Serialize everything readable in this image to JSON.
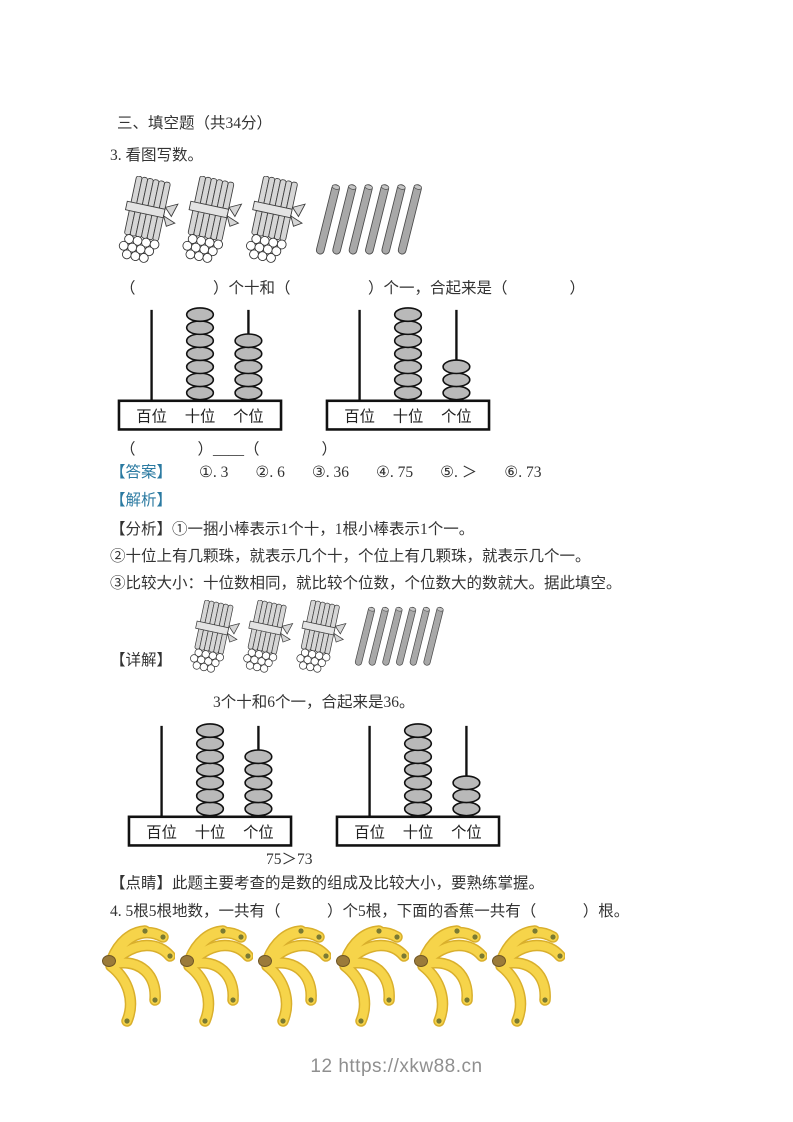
{
  "colors": {
    "marker_blue": "#2b7aa1",
    "body_text": "#333333",
    "footer_gray": "#8f8f8f",
    "bundle_stick_gray": "#d6d6d6",
    "single_stick_gray": "#a8a8a8",
    "bead_gray": "#b9b9b9",
    "banana_yellow": "#f6d44a"
  },
  "section": {
    "heading": "三、填空题（共34分）"
  },
  "question3": {
    "label": "3. 看图写数。",
    "sticks": {
      "bundles": 3,
      "singles": 6
    },
    "fill_line": "（　　　　　）个十和（　　　　　）个一，合起来是（　　　　）",
    "abacus_left": {
      "labels": [
        "百位",
        "十位",
        "个位"
      ],
      "beads": [
        0,
        7,
        5
      ]
    },
    "abacus_right": {
      "labels": [
        "百位",
        "十位",
        "个位"
      ],
      "beads": [
        0,
        7,
        3
      ]
    },
    "compare_line": "（　　　　）____（　　　　）"
  },
  "answer": {
    "marker": "【答案】",
    "items": [
      "①. 3",
      "②. 6",
      "③. 36",
      "④. 75",
      "⑤. ＞",
      "⑥. 73"
    ]
  },
  "analysis": {
    "marker": "【解析】",
    "lines": [
      "【分析】①一捆小棒表示1个十，1根小棒表示1个一。",
      "②十位上有几颗珠，就表示几个十，个位上有几颗珠，就表示几个一。",
      "③比较大小：十位数相同，就比较个位数，个位数大的数就大。据此填空。"
    ]
  },
  "detail": {
    "marker": "【详解】",
    "sticks": {
      "bundles": 3,
      "singles": 6
    },
    "caption": "3个十和6个一，合起来是36。",
    "abacus_left": {
      "labels": [
        "百位",
        "十位",
        "个位"
      ],
      "beads": [
        0,
        7,
        5
      ]
    },
    "abacus_right": {
      "labels": [
        "百位",
        "十位",
        "个位"
      ],
      "beads": [
        0,
        7,
        3
      ]
    },
    "comparison": "75＞73"
  },
  "remark": "【点睛】此题主要考查的是数的组成及比较大小，要熟练掌握。",
  "question4": {
    "label": "4. 5根5根地数，一共有（　　　）个5根，下面的香蕉一共有（　　　）根。",
    "bananas": {
      "bunches": 6,
      "bananas_per_bunch": 5
    }
  },
  "footer": "12 https://xkw88.cn"
}
